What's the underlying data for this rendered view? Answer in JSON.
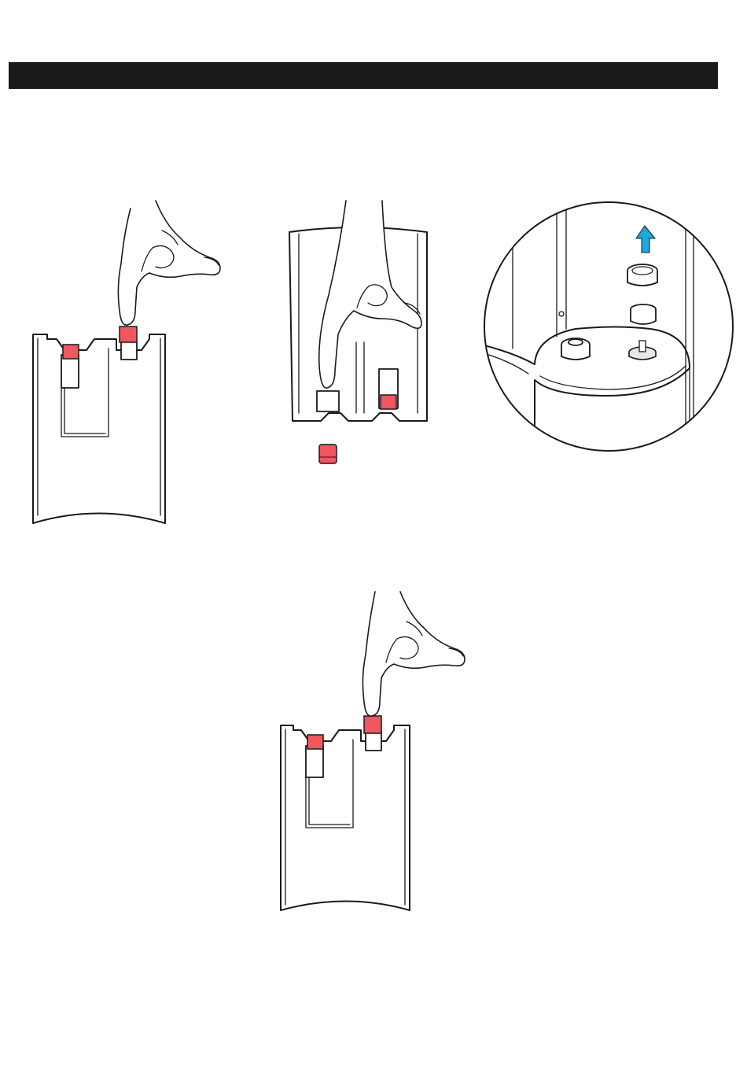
{
  "header": {
    "color": "#1a1a1a"
  },
  "colors": {
    "valve": "#f0575f",
    "arrow": "#1fa7df",
    "outline": "#1a1a1a"
  },
  "illustrations": [
    {
      "id": "press-right-valve",
      "icon": "hand-pressing-valve"
    },
    {
      "id": "remove-valve-cap",
      "icon": "valve-cap-removed"
    },
    {
      "id": "lift-filter-cap-detail",
      "icon": "upward-arrow"
    },
    {
      "id": "press-valve-again",
      "icon": "hand-pressing-valve"
    }
  ]
}
